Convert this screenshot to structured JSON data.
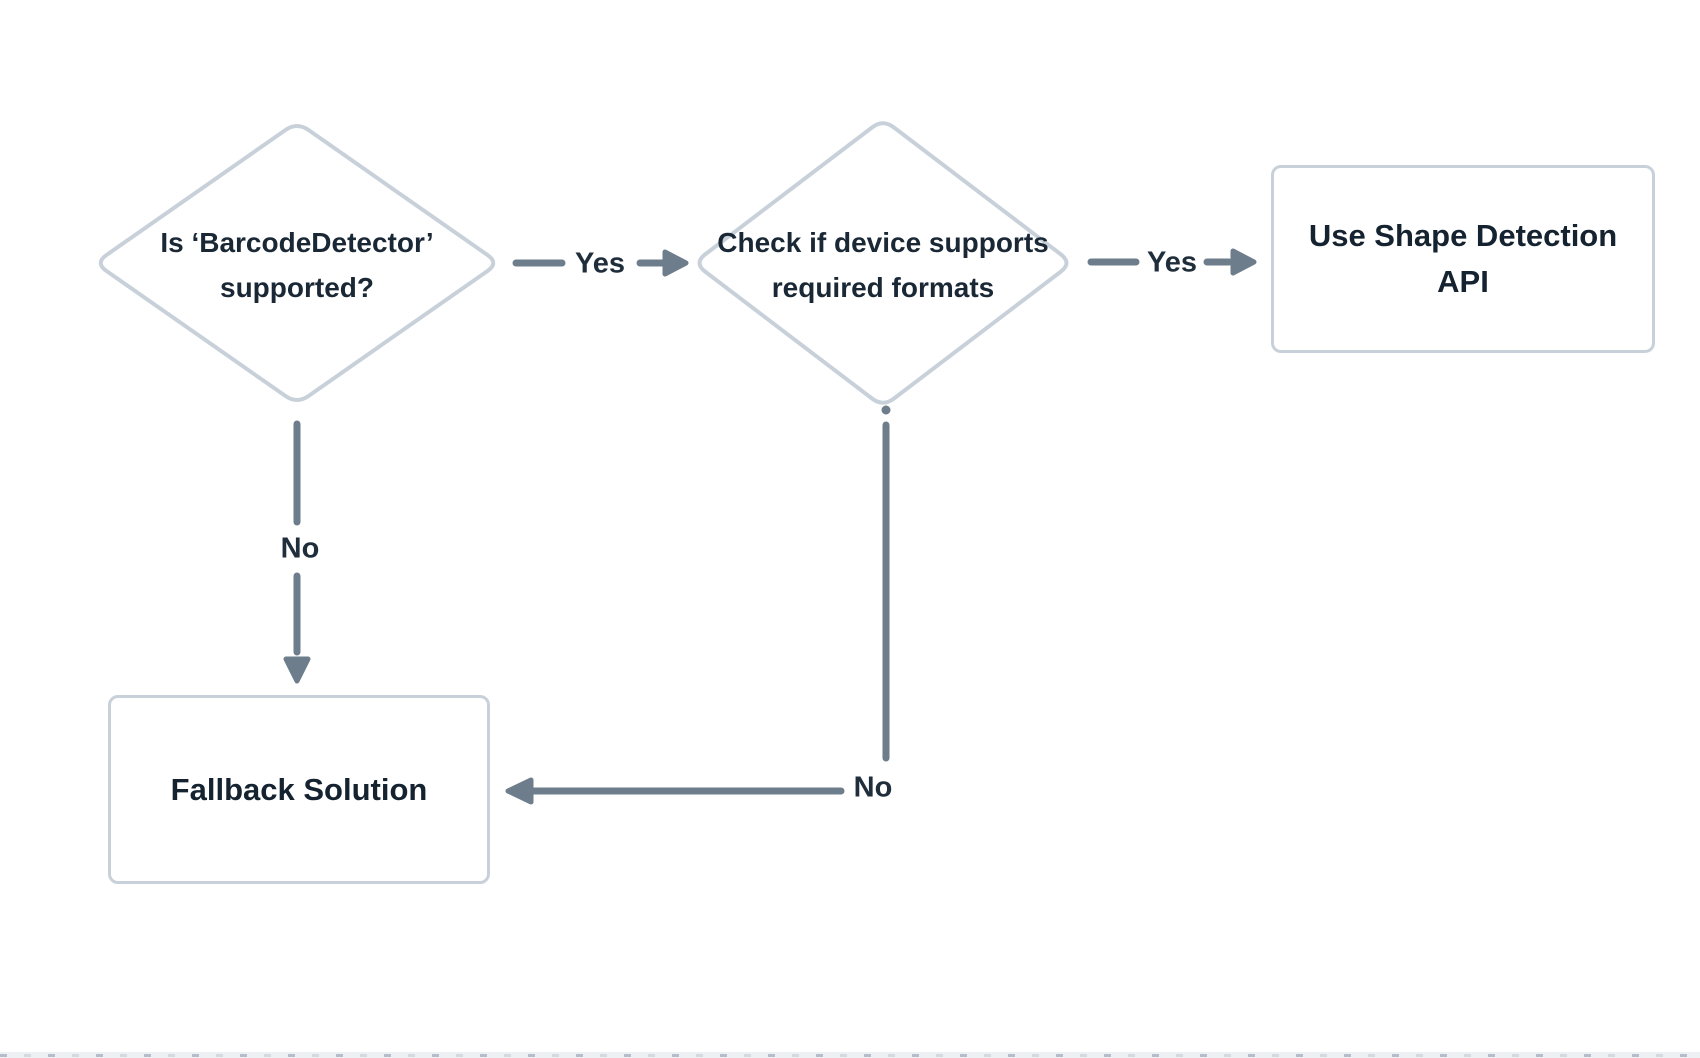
{
  "diagram": {
    "type": "flowchart",
    "nodes": {
      "decision_barcode": {
        "shape": "diamond",
        "label": "Is ‘BarcodeDetector’ supported?",
        "lines": [
          "Is ‘BarcodeDetector’",
          "supported?"
        ]
      },
      "decision_formats": {
        "shape": "diamond",
        "label": "Check if device supports required formats",
        "lines": [
          "Check if device supports",
          "required formats"
        ]
      },
      "process_shape_api": {
        "shape": "rectangle",
        "label": "Use Shape Detection API",
        "lines": [
          "Use Shape Detection",
          "API"
        ]
      },
      "process_fallback": {
        "shape": "rectangle",
        "label": "Fallback Solution",
        "lines": [
          "Fallback Solution"
        ]
      }
    },
    "edges": [
      {
        "from": "decision_barcode",
        "to": "decision_formats",
        "label": "Yes"
      },
      {
        "from": "decision_formats",
        "to": "process_shape_api",
        "label": "Yes"
      },
      {
        "from": "decision_barcode",
        "to": "process_fallback",
        "label": "No"
      },
      {
        "from": "decision_formats",
        "to": "process_fallback",
        "label": "No"
      }
    ],
    "colors": {
      "background": "#ffffff",
      "node_fill": "#ffffff",
      "node_border": "#c8d1da",
      "node_text": "#1a2836",
      "edge": "#6e7d8b",
      "edge_label_text": "#202e3b",
      "bottom_strip_bg": "#edf1f4",
      "bottom_strip_dash_dark": "#b4bfc9",
      "bottom_strip_dash_light": "#d3dae1"
    }
  }
}
